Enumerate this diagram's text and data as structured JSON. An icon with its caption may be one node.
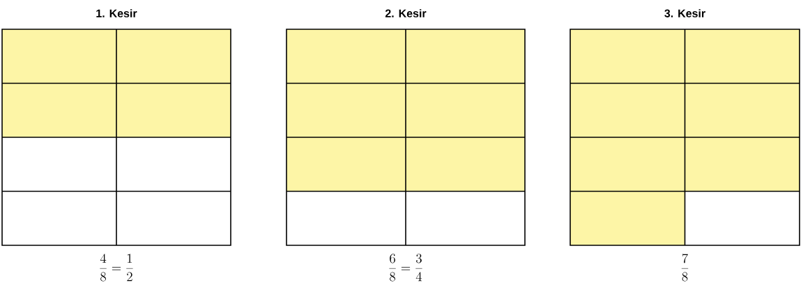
{
  "diagram": {
    "nodes": [
      {
        "text": [
          "1. Kesir"
        ]
      },
      {
        "text": [
          "2. Kesir"
        ]
      },
      {
        "text": [
          "3. Kesir"
        ]
      }
    ],
    "labels": [
      "\\frac{4}{8} = \\frac{1}{2}",
      "\\frac{6}{8} = \\frac{3}{4}",
      "\\frac{7}{8}"
    ]
  }
}
